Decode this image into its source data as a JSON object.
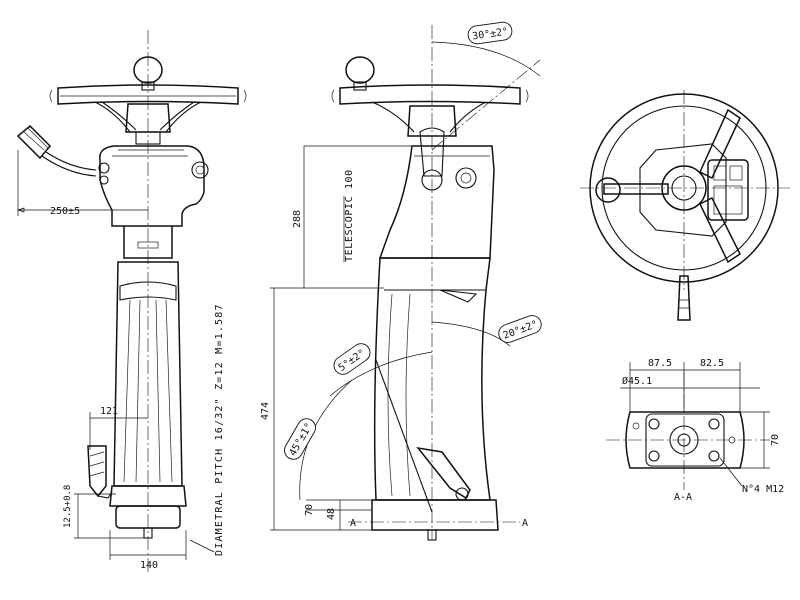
{
  "labels": {
    "dim_250": "250±5",
    "dim_121": "121",
    "dim_12_5": "12.5+0.8",
    "dim_140": "140",
    "pitch": "DIAMETRAL PITCH 16/32\" Z=12 M=1.587",
    "telescopic": "TELESCOPIC 100",
    "dim_288": "288",
    "dim_474": "474",
    "dim_70_left": "70",
    "dim_48": "48",
    "angle_30": "30°±2°",
    "angle_20": "20°±2°",
    "angle_5": "5°±2°",
    "angle_45": "45°±1°",
    "section_a_left": "A",
    "section_a_right": "A",
    "dim_87_5": "87.5",
    "dim_82_5": "82.5",
    "dim_dia_45_1": "Ø45.1",
    "dim_70_right": "70",
    "holes": "N°4 M12",
    "section_view": "A-A"
  }
}
